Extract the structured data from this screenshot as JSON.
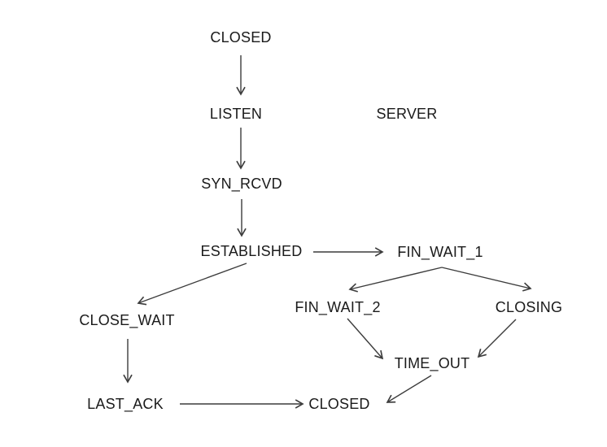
{
  "diagram": {
    "description": "TCP connection state transition diagram (server side)",
    "side_label": "SERVER",
    "colors": {
      "background": "#ffffff",
      "text": "#1a1a1a",
      "line": "#3c3c3c"
    },
    "nodes": {
      "closed_top": "CLOSED",
      "listen": "LISTEN",
      "syn_rcvd": "SYN_RCVD",
      "established": "ESTABLISHED",
      "fin_wait_1": "FIN_WAIT_1",
      "fin_wait_2": "FIN_WAIT_2",
      "closing": "CLOSING",
      "close_wait": "CLOSE_WAIT",
      "time_out": "TIME_OUT",
      "last_ack": "LAST_ACK",
      "closed_bottom": "CLOSED"
    },
    "edges": [
      {
        "from": "CLOSED",
        "to": "LISTEN"
      },
      {
        "from": "LISTEN",
        "to": "SYN_RCVD"
      },
      {
        "from": "SYN_RCVD",
        "to": "ESTABLISHED"
      },
      {
        "from": "ESTABLISHED",
        "to": "FIN_WAIT_1"
      },
      {
        "from": "ESTABLISHED",
        "to": "CLOSE_WAIT"
      },
      {
        "from": "FIN_WAIT_1",
        "to": "FIN_WAIT_2"
      },
      {
        "from": "FIN_WAIT_1",
        "to": "CLOSING"
      },
      {
        "from": "FIN_WAIT_2",
        "to": "TIME_OUT"
      },
      {
        "from": "CLOSING",
        "to": "TIME_OUT"
      },
      {
        "from": "CLOSE_WAIT",
        "to": "LAST_ACK"
      },
      {
        "from": "LAST_ACK",
        "to": "CLOSED"
      },
      {
        "from": "TIME_OUT",
        "to": "CLOSED"
      }
    ]
  }
}
